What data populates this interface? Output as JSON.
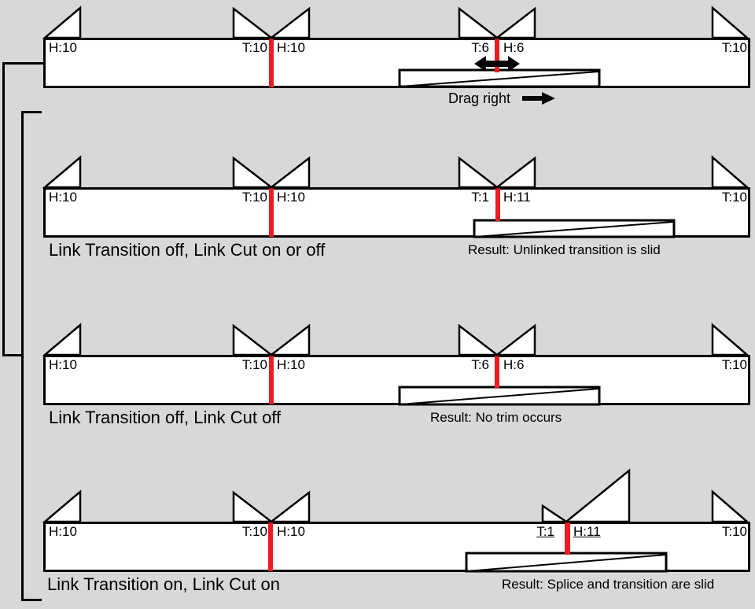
{
  "colors": {
    "background": "#d8d8d8",
    "bar_fill": "#ffffff",
    "outline": "#000000",
    "cut_marker_red": "#ed1c24"
  },
  "drag_annotation": {
    "label": "Drag right"
  },
  "icons": {
    "end_roller": "trim-roller-icon",
    "dual_roller": "dual-trim-roller-icon",
    "slide_handle": "left-right-arrow-icon",
    "drag_direction": "right-arrow-icon"
  },
  "rows": [
    {
      "bar_labels": {
        "head_left": "H:10",
        "tail_mid": "T:10",
        "head_mid": "H:10",
        "tail_cut": "T:6",
        "head_cut": "H:6",
        "tail_right": "T:10"
      }
    },
    {
      "bar_labels": {
        "head_left": "H:10",
        "tail_mid": "T:10",
        "head_mid": "H:10",
        "tail_cut": "T:1",
        "head_cut": "H:11",
        "tail_right": "T:10"
      },
      "caption": "Link Transition off, Link Cut on or off",
      "result": "Result: Unlinked transition is slid"
    },
    {
      "bar_labels": {
        "head_left": "H:10",
        "tail_mid": "T:10",
        "head_mid": "H:10",
        "tail_cut": "T:6",
        "head_cut": "H:6",
        "tail_right": "T:10"
      },
      "caption": "Link Transition off, Link Cut off",
      "result": "Result: No trim occurs"
    },
    {
      "bar_labels": {
        "head_left": "H:10",
        "tail_mid": "T:10",
        "head_mid": "H:10",
        "tail_cut": "T:1",
        "head_cut": "H:11",
        "tail_right": "T:10"
      },
      "caption": "Link Transition on, Link Cut on",
      "result": "Result: Splice and transition are slid"
    }
  ]
}
